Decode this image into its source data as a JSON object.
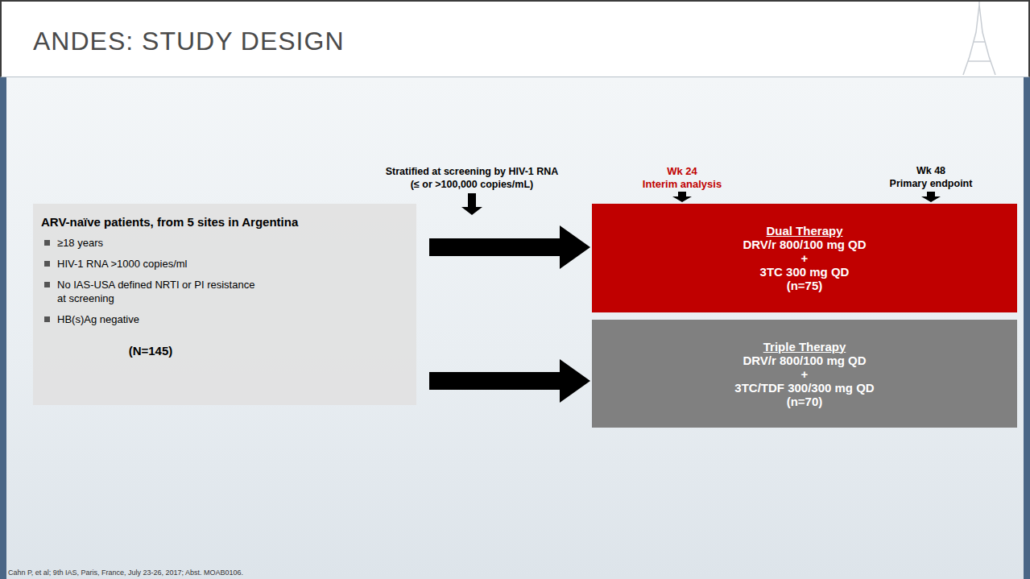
{
  "diagram": {
    "title": "ANDES: STUDY DESIGN",
    "nodes": [
      {
        "text": [
          "ARV-naïve patients, from 5 sites in Argentina",
          "≥18 years",
          "HIV-1 RNA >1000 copies/ml",
          "No IAS-USA defined NRTI or PI resistance at screening",
          "HB(s)Ag negative",
          "(N=145)"
        ]
      },
      {
        "text": [
          "Dual Therapy",
          "DRV/r 800/100 mg QD",
          "+",
          "3TC 300 mg QD",
          "(n=75)"
        ]
      },
      {
        "text": [
          "Triple Therapy",
          "DRV/r 800/100 mg QD",
          "+",
          "3TC/TDF 300/300 mg QD",
          "(n=70)"
        ]
      }
    ],
    "edges": [
      {
        "from": 0,
        "to": 1,
        "arrow": "to"
      },
      {
        "from": 0,
        "to": 2,
        "arrow": "to"
      }
    ],
    "labels": [
      "Stratified at screening by HIV-1 RNA",
      "(≤ or >100,000 copies/mL)",
      "Wk 24",
      "Interim analysis",
      "Wk 48",
      "Primary endpoint",
      "Cahn P, et al; 9th IAS, Paris, France, July 23-26, 2017; Abst. MOAB0106."
    ]
  }
}
